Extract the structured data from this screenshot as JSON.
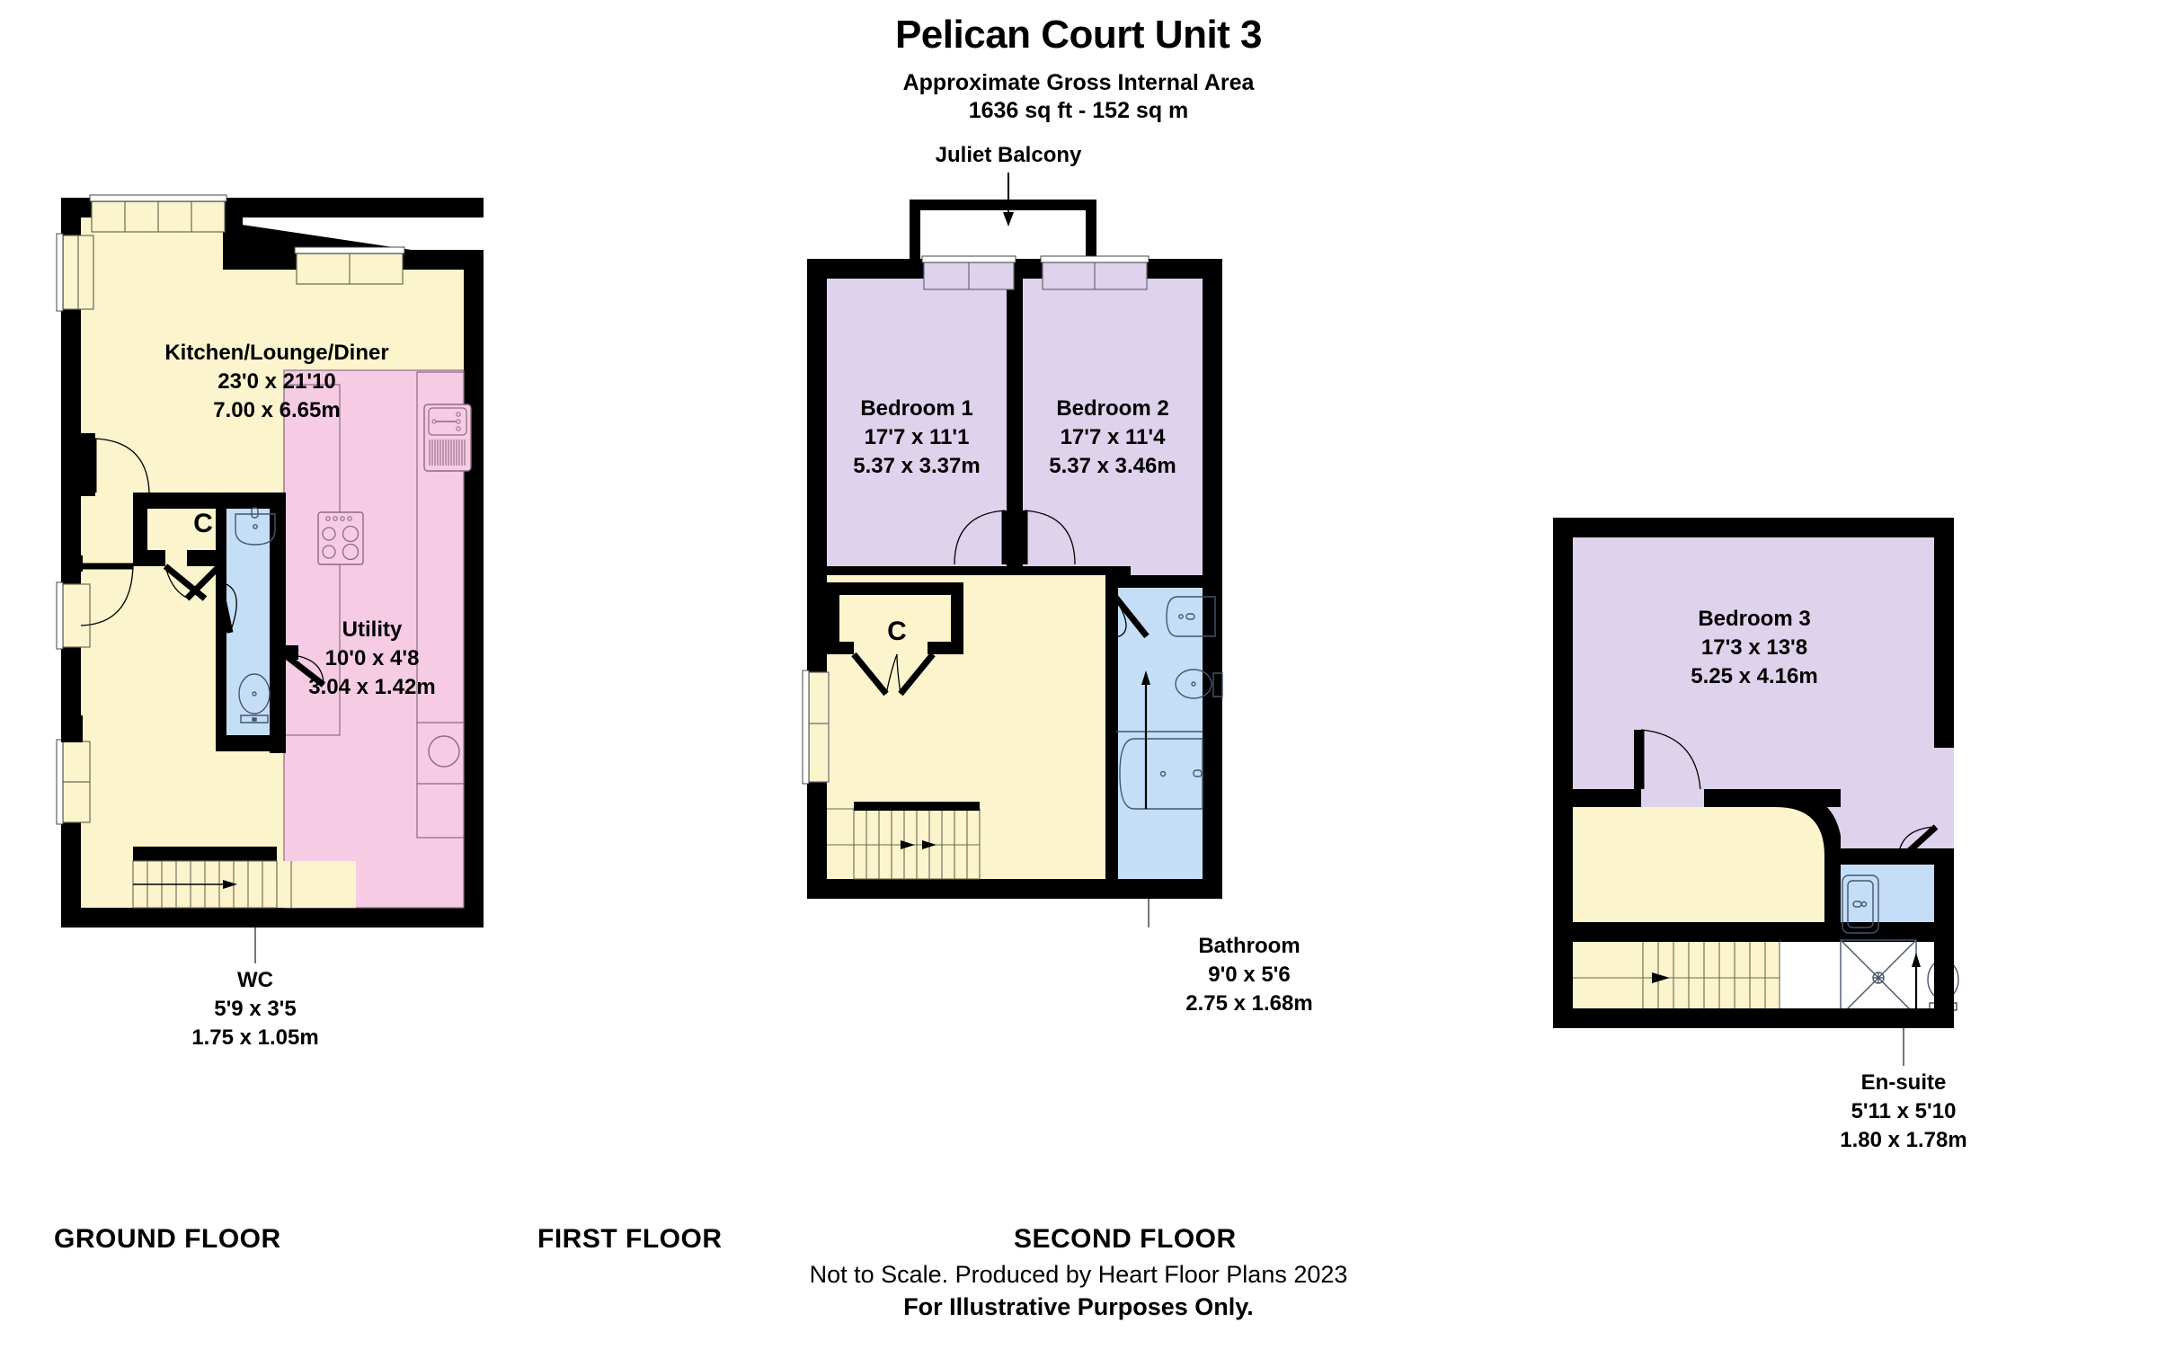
{
  "header": {
    "title": "Pelican Court Unit 3",
    "subtitle_line1": "Approximate Gross Internal Area",
    "subtitle_line2": "1636 sq ft - 152 sq m"
  },
  "colors": {
    "wall": "#000000",
    "living": "#FBF4CC",
    "bedroom": "#DED2EC",
    "utility": "#F5CCE4",
    "bathroom": "#C5DEF7",
    "fixture_stroke": "#5B4459",
    "text": "#000000",
    "background": "#FFFFFF"
  },
  "floors": [
    {
      "id": "ground",
      "label": "GROUND FLOOR",
      "rooms": [
        {
          "name": "Kitchen/Lounge/Diner",
          "imperial": "23'0 x 21'10",
          "metric": "7.00 x 6.65m",
          "fill": "living",
          "label_position": "inside"
        },
        {
          "name": "Utility",
          "imperial": "10'0 x 4'8",
          "metric": "3.04 x 1.42m",
          "fill": "utility",
          "label_position": "inside"
        },
        {
          "name": "WC",
          "imperial": "5'9 x 3'5",
          "metric": "1.75 x 1.05m",
          "fill": "bathroom",
          "label_position": "below"
        }
      ],
      "cupboards": [
        "C"
      ],
      "fixtures": [
        "sink",
        "toilet",
        "hob",
        "washing-machine",
        "oven",
        "stairs"
      ]
    },
    {
      "id": "first",
      "label": "FIRST FLOOR",
      "annotations": [
        "Juliet Balcony"
      ],
      "rooms": [
        {
          "name": "Bedroom 1",
          "imperial": "17'7 x 11'1",
          "metric": "5.37 x 3.37m",
          "fill": "bedroom",
          "label_position": "inside"
        },
        {
          "name": "Bedroom 2",
          "imperial": "17'7 x 11'4",
          "metric": "5.37 x 3.46m",
          "fill": "bedroom",
          "label_position": "inside"
        },
        {
          "name": "Bathroom",
          "imperial": "9'0 x 5'6",
          "metric": "2.75 x 1.68m",
          "fill": "bathroom",
          "label_position": "below"
        }
      ],
      "cupboards": [
        "C"
      ],
      "fixtures": [
        "sink",
        "toilet",
        "bath",
        "stairs"
      ]
    },
    {
      "id": "second",
      "label": "SECOND FLOOR",
      "rooms": [
        {
          "name": "Bedroom 3",
          "imperial": "17'3 x 13'8",
          "metric": "5.25 x 4.16m",
          "fill": "bedroom",
          "label_position": "inside"
        },
        {
          "name": "En-suite",
          "imperial": "5'11 x 5'10",
          "metric": "1.80 x 1.78m",
          "fill": "bathroom",
          "label_position": "below"
        }
      ],
      "fixtures": [
        "sink",
        "shower",
        "toilet",
        "stairs"
      ]
    }
  ],
  "footer": {
    "line1": "Not to Scale. Produced by Heart Floor Plans 2023",
    "line2": "For Illustrative Purposes Only."
  }
}
